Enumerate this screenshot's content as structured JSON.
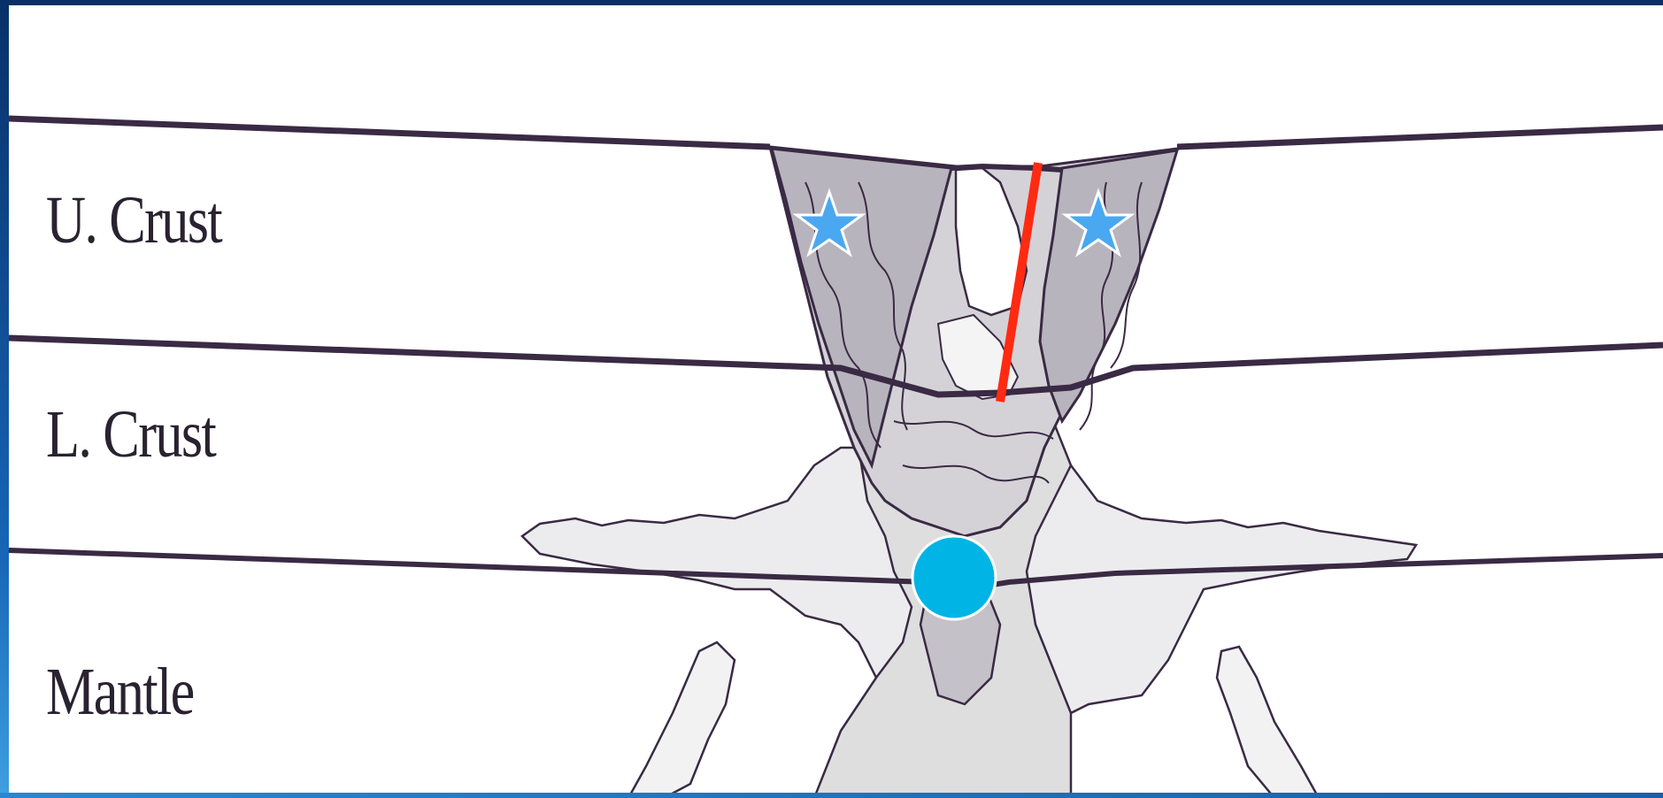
{
  "layers": {
    "upper_crust": "U. Crust",
    "lower_crust": "L. Crust",
    "mantle": "Mantle"
  },
  "colors": {
    "frame": "#0b3a78",
    "boundary_line": "#3a2a44",
    "fault": "#ff2a12",
    "star": "#4aa8f0",
    "circle": "#00b4e6",
    "shade_dark": "#b8b4bd",
    "shade_mid": "#d4d2d7",
    "shade_light": "#ececee"
  },
  "icons": {
    "markers": [
      "star-icon",
      "star-icon",
      "circle-marker"
    ]
  }
}
